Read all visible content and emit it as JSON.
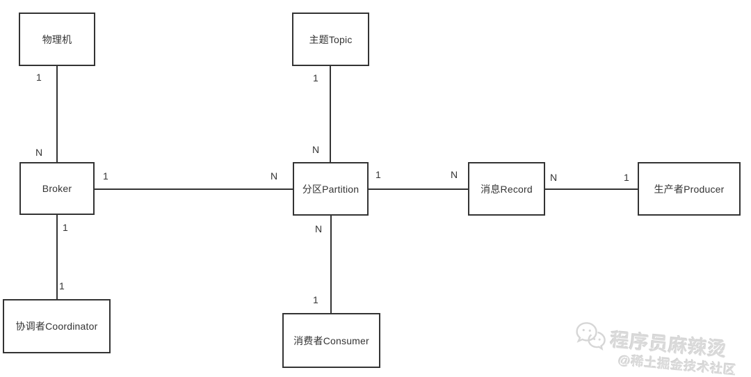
{
  "diagram": {
    "entities": [
      {
        "id": "physical-machine",
        "label": "物理机"
      },
      {
        "id": "topic",
        "label": "主题Topic"
      },
      {
        "id": "broker",
        "label": "Broker"
      },
      {
        "id": "partition",
        "label": "分区Partition"
      },
      {
        "id": "record",
        "label": "消息Record"
      },
      {
        "id": "producer",
        "label": "生产者Producer"
      },
      {
        "id": "coordinator",
        "label": "协调者Coordinator"
      },
      {
        "id": "consumer",
        "label": "消费者Consumer"
      }
    ],
    "relationships": [
      {
        "from": "物理机",
        "to": "Broker",
        "from_cardinality": "1",
        "to_cardinality": "N"
      },
      {
        "from": "主题Topic",
        "to": "分区Partition",
        "from_cardinality": "1",
        "to_cardinality": "N"
      },
      {
        "from": "Broker",
        "to": "分区Partition",
        "from_cardinality": "1",
        "to_cardinality": "N"
      },
      {
        "from": "分区Partition",
        "to": "消息Record",
        "from_cardinality": "1",
        "to_cardinality": "N"
      },
      {
        "from": "消息Record",
        "to": "生产者Producer",
        "from_cardinality": "N",
        "to_cardinality": "1"
      },
      {
        "from": "Broker",
        "to": "协调者Coordinator",
        "from_cardinality": "1",
        "to_cardinality": "1"
      },
      {
        "from": "分区Partition",
        "to": "消费者Consumer",
        "from_cardinality": "N",
        "to_cardinality": "1"
      }
    ],
    "cardinality_marks": [
      "1",
      "N",
      "1",
      "N",
      "1",
      "N",
      "1",
      "N",
      "N",
      "1",
      "1",
      "1",
      "N",
      "1"
    ],
    "colors": {
      "line": "#333333",
      "box_border": "#333333",
      "box_fill": "#ffffff",
      "text": "#333333",
      "background": "#ffffff"
    }
  },
  "watermark": {
    "icon": "chat-bubbles-icon",
    "line1": "程序员麻辣烫",
    "line2": "@稀土掘金技术社区",
    "color": "#dadada"
  }
}
